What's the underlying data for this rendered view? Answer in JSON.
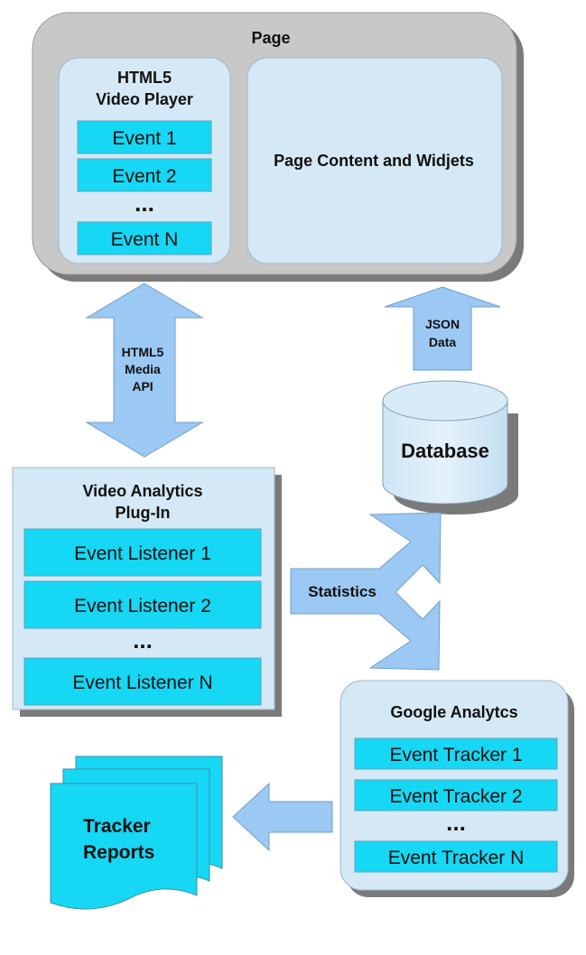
{
  "page": {
    "title": "Page",
    "player": {
      "title_line1": "HTML5",
      "title_line2": "Video Player",
      "events": [
        "Event 1",
        "Event 2",
        "Event N"
      ],
      "ellipsis": "..."
    },
    "content_label": "Page Content and Widjets"
  },
  "media_api": {
    "line1": "HTML5",
    "line2": "Media",
    "line3": "API"
  },
  "json_arrow": {
    "line1": "JSON",
    "line2": "Data"
  },
  "database": {
    "label": "Database"
  },
  "plugin": {
    "title_line1": "Video Analytics",
    "title_line2": "Plug-In",
    "listeners": [
      "Event Listener 1",
      "Event Listener 2",
      "Event Listener N"
    ],
    "ellipsis": "..."
  },
  "statistics": {
    "label": "Statistics"
  },
  "google": {
    "title": "Google Analytcs",
    "trackers": [
      "Event Tracker 1",
      "Event Tracker 2",
      "Event Tracker N"
    ],
    "ellipsis": "..."
  },
  "reports": {
    "line1": "Tracker",
    "line2": "Reports"
  },
  "colors": {
    "page_bg": "#c8c8c8",
    "panel_bg": "#d4e8f5",
    "event_box": "#16d7f4",
    "arrow": "#9cc8f4",
    "shadow": "#7a7a7a"
  }
}
